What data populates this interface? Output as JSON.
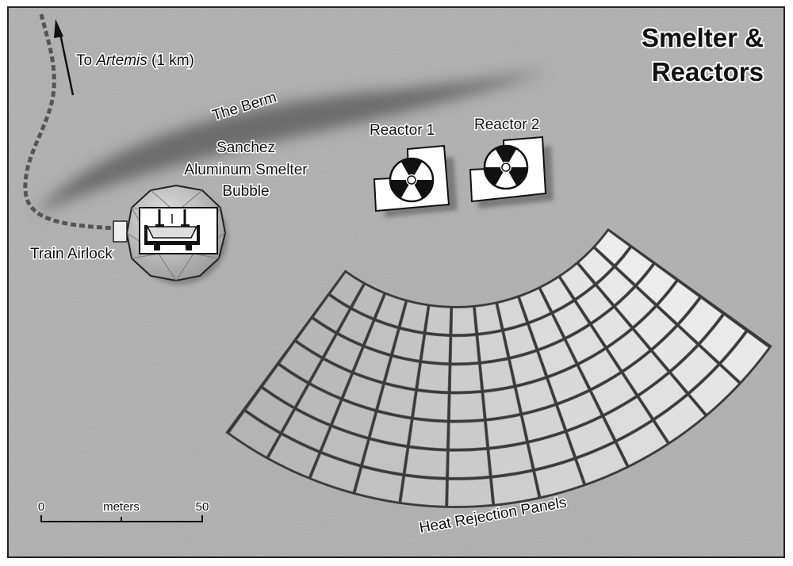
{
  "title_line1": "Smelter &",
  "title_line2": "Reactors",
  "labels": {
    "to_artemis_prefix": "To ",
    "to_artemis_place": "Artemis",
    "to_artemis_suffix": " (1 km)",
    "berm": "The Berm",
    "smelter_line1": "Sanchez",
    "smelter_line2": "Aluminum Smelter",
    "smelter_line3": "Bubble",
    "train_airlock": "Train Airlock",
    "reactor1": "Reactor 1",
    "reactor2": "Reactor 2",
    "heat_panels": "Heat Rejection Panels"
  },
  "scale": {
    "start": "0",
    "unit": "meters",
    "end": "50"
  },
  "panels": {
    "rows": 7,
    "columns": 13
  },
  "colors": {
    "ground": "#a9a9a9",
    "berm": "#5a5a5a",
    "panel_dark": "#b4b4b4",
    "panel_light": "#f2f2f2",
    "ink": "#111111"
  }
}
